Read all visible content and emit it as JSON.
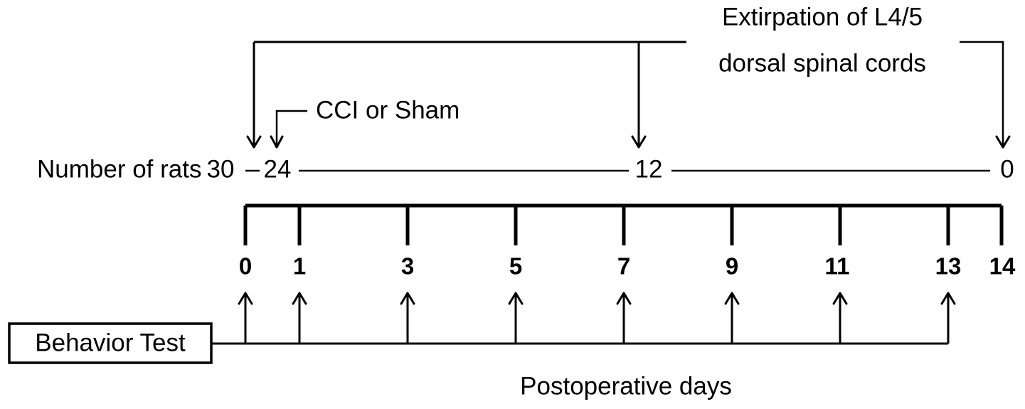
{
  "figure": {
    "type": "experimental-timeline",
    "caption": "Postoperative days",
    "row_label": "Number of rats",
    "counts": [
      {
        "value": "30",
        "day": null
      },
      {
        "value": "24",
        "day": 0
      },
      {
        "value": "12",
        "day": 7
      },
      {
        "value": "0",
        "day": 14
      }
    ],
    "annotations": [
      {
        "id": "cci",
        "text": "CCI or Sham",
        "target_day": 0
      },
      {
        "id": "extirpation",
        "line1": "Extirpation of L4/5",
        "line2": "dorsal spinal cords"
      }
    ],
    "behavior_box": {
      "label": "Behavior Test"
    },
    "axis": {
      "ticks": [
        "0",
        "1",
        "3",
        "5",
        "7",
        "9",
        "11",
        "13",
        "14"
      ],
      "tick_days": [
        0,
        1,
        3,
        5,
        7,
        9,
        11,
        13,
        14
      ],
      "min": 0,
      "max": 14
    },
    "behavior_test_days": [
      0,
      1,
      3,
      5,
      7,
      9,
      11,
      13
    ],
    "colors": {
      "stroke": "#000000",
      "background": "#ffffff",
      "text": "#000000"
    }
  },
  "chart_data": {
    "type": "table",
    "title": "Experimental timeline: number of rats over postoperative days",
    "xlabel": "Postoperative days",
    "ylabel": "Number of rats",
    "x": [
      0,
      7,
      14
    ],
    "values": [
      24,
      12,
      0
    ],
    "annotations": [
      "CCI or Sham",
      "Extirpation of L4/5 dorsal spinal cords"
    ],
    "grid": false,
    "legend": "none"
  }
}
